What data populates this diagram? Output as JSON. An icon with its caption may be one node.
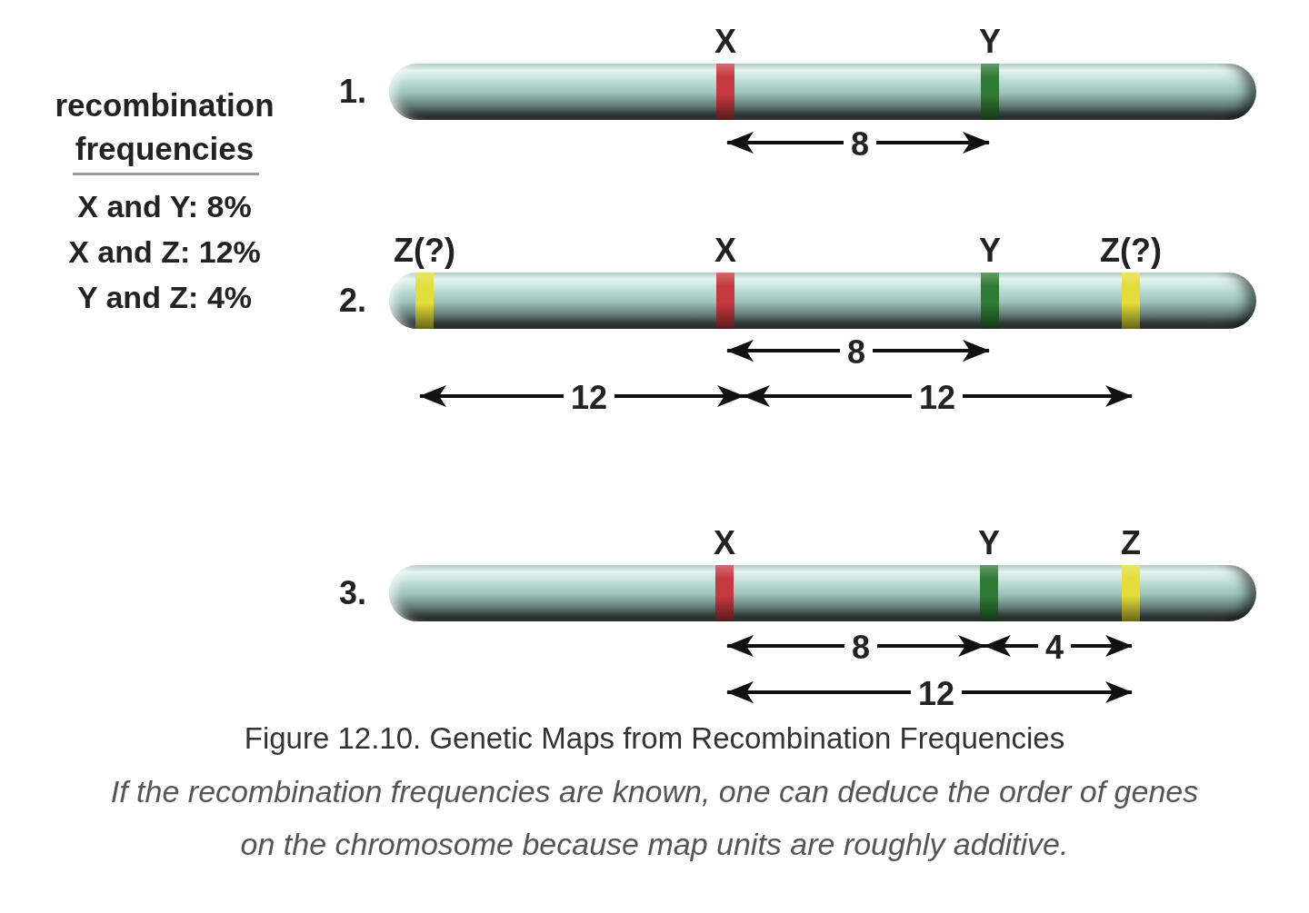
{
  "diagram": {
    "caption": "Figure 12.10. Genetic Maps from Recombination Frequencies",
    "labels": [
      "recombination frequencies",
      "X and Y: 8%",
      "X and Z: 12%",
      "Y and Z: 4%",
      "1.",
      "X",
      "Y",
      "8",
      "2.",
      "Z(?)",
      "X",
      "Y",
      "Z(?)",
      "8",
      "12",
      "12",
      "3.",
      "X",
      "Y",
      "Z",
      "8",
      "4",
      "12",
      "If the recombination frequencies are known, one can deduce the order of genes on the chromosome because map units are roughly additive."
    ]
  }
}
